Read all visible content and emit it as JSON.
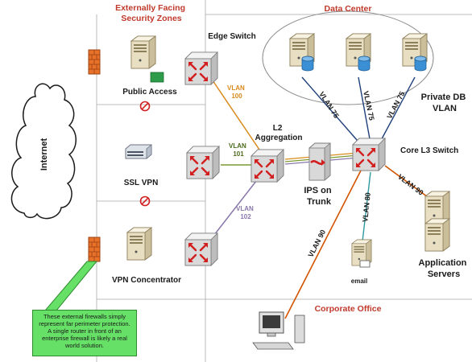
{
  "zones": {
    "external": "Externally Facing\nSecurity Zones",
    "datacenter": "Data Center",
    "corporate": "Corporate Office"
  },
  "labels": {
    "internet": "Internet",
    "edge_switch": "Edge Switch",
    "public_access": "Public Access",
    "ssl_vpn": "SSL VPN",
    "vpn_concentrator": "VPN Concentrator",
    "l2_aggregation": "L2\nAggregation",
    "ips": "IPS on\nTrunk",
    "core_switch": "Core L3 Switch",
    "private_db": "Private DB\nVLAN",
    "app_servers": "Application\nServers",
    "email": "email"
  },
  "vlans": {
    "v100": "VLAN\n100",
    "v101": "VLAN\n101",
    "v102": "VLAN\n102",
    "v75a": "VLAN 75",
    "v75b": "VLAN 75",
    "v75c": "VLAN 75",
    "v80": "VLAN 80",
    "v90a": "VLAN 90",
    "v90b": "VLAN 90"
  },
  "note": "These external firewalls simply represent far perimeter protection.  A single router in front of an enterprise firewall is likely a real world solution.",
  "colors": {
    "zone_title": "#c0392b",
    "vlan100": "#d98a1c",
    "vlan101": "#7a9a2e",
    "vlan102": "#8877aa",
    "vlan90": "#d35400",
    "vlan80": "#2e9aa0",
    "vlan75": "#1f3f7a",
    "switch_body": "#d9d9d9",
    "switch_arrow": "#d21f1f",
    "firewall": "#e8712a",
    "note_bg": "#66e066"
  }
}
